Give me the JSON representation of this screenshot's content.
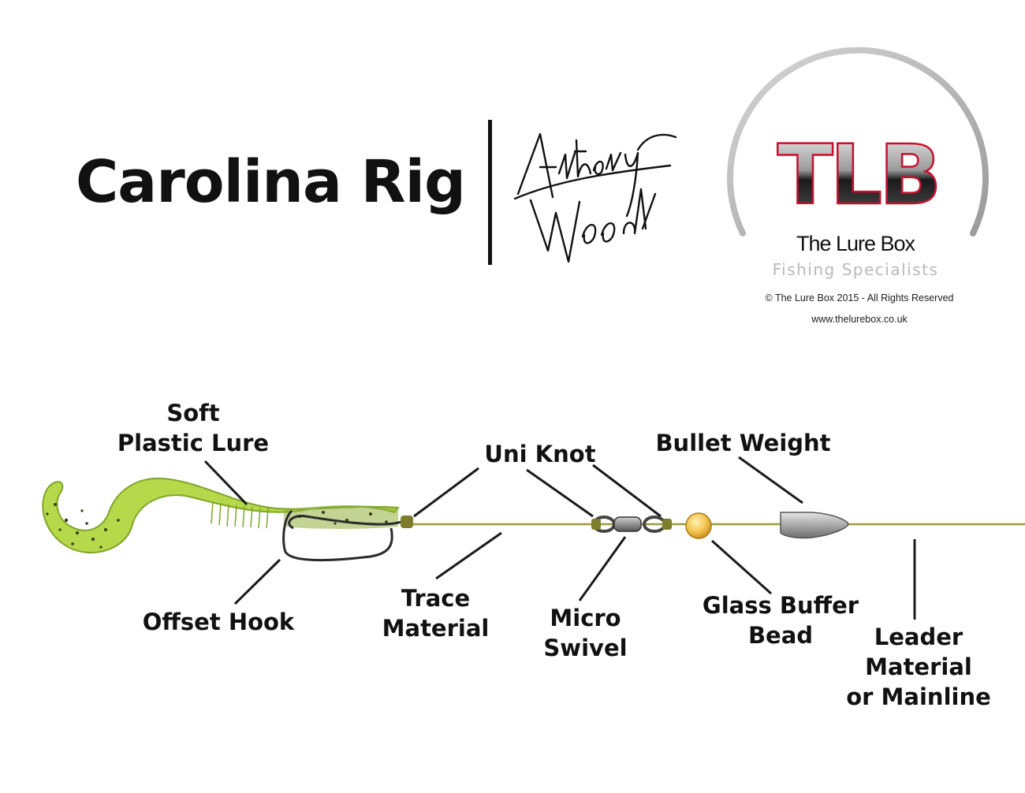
{
  "header": {
    "title": "Carolina Rig",
    "signature_text": "Anthony Wood"
  },
  "logo": {
    "mark": "TLB",
    "name": "The Lure Box",
    "tagline": "Fishing Specialists",
    "copyright": "© The Lure Box 2015 - All Rights Reserved",
    "website": "www.thelurebox.co.uk"
  },
  "labels": {
    "soft_plastic_lure": [
      "Soft",
      "Plastic Lure"
    ],
    "offset_hook": [
      "Offset Hook"
    ],
    "uni_knot": [
      "Uni Knot"
    ],
    "trace_material": [
      "Trace",
      "Material"
    ],
    "micro_swivel": [
      "Micro",
      "Swivel"
    ],
    "bullet_weight": [
      "Bullet Weight"
    ],
    "glass_buffer_bead": [
      "Glass Buffer",
      "Bead"
    ],
    "leader_material": [
      "Leader",
      "Material",
      "or Mainline"
    ]
  },
  "colors": {
    "line": "#9a9a3a",
    "lure": "#b5d94a",
    "lure_dark": "#7fa52b",
    "bead": "#f2c14c",
    "weight": "#a8a8a8",
    "logo_accent": "#c8102e"
  }
}
